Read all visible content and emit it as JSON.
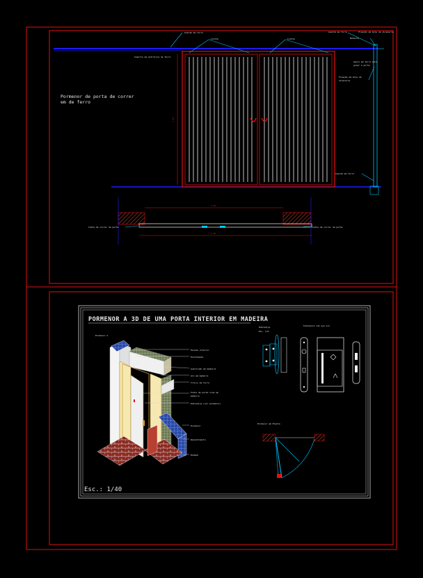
{
  "colors": {
    "background": "#000000",
    "frame_red": "#e01010",
    "wall_blue": "#1c1cff",
    "dim_cyan": "#00c8ff",
    "door_white": "#f4f4f4",
    "panel_gray": "#9aa0a8",
    "text_yellow": "#e8e8e8"
  },
  "top_sheet": {
    "title_line1": "Pormenor de porta de correr",
    "title_line2": "em de ferro",
    "labels": {
      "top_left": "Guarda em ferro",
      "top_mid_a": "Limite",
      "top_mid_b": "Limite",
      "top_right_a": "Guarda em ferro",
      "top_right_b": "Fixação em Gola de alvenaria",
      "top_right_c": "Batente",
      "left_beam": "Suporte em estrutura de ferro",
      "right_mid_a": "Apoio em ferro para",
      "right_mid_b": "guiar a porta",
      "right_lower_a": "Fixação em Gola de",
      "right_lower_b": "alvenaria",
      "right_bottom": "Guarda em ferro",
      "height_dim": "2.50",
      "plan_width": "4.00",
      "plan_total": "5.00",
      "plan_left": "Calha de correr da porta",
      "plan_right": "Calha de correr da porta"
    }
  },
  "bottom_sheet": {
    "title": "PORMENOR A 3D DE UMA PORTA INTERIOR EM MADEIRA",
    "scale": "Esc.: 1/40",
    "door_labels": [
      "Pormenor A",
      "Parede interior",
      "Platibanda",
      "Guarnição em madeira",
      "Aro em madeira",
      "Trinco de ferro",
      "Folha da porta lisa em",
      "madeira",
      "Dobradiça (ver pormenor)",
      "Pormenor",
      "Revestimento",
      "Rodapé"
    ],
    "hinge_label_1": "Dobradiça",
    "hinge_label_2": "Esc. 1/5",
    "lock_label": "Fechadura com seu aro",
    "swing_label": "Pormenor em Planta"
  }
}
